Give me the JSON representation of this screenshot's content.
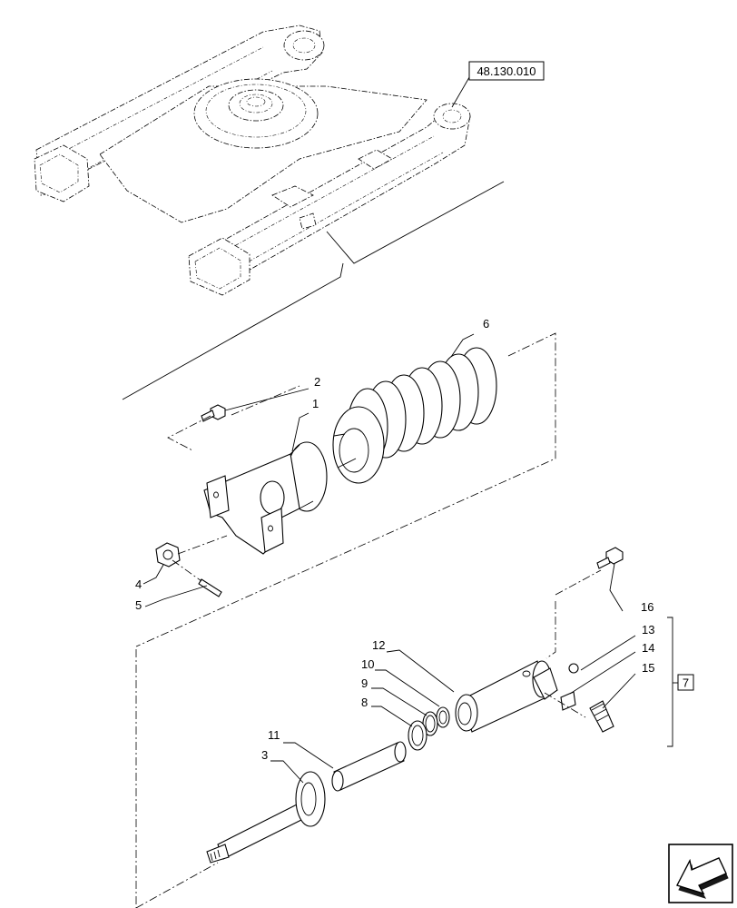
{
  "reference_label": "48.130.010",
  "group_label": "7",
  "callouts": {
    "c1": "1",
    "c2": "2",
    "c3": "3",
    "c4": "4",
    "c5": "5",
    "c6": "6",
    "c8": "8",
    "c9": "9",
    "c10": "10",
    "c11": "11",
    "c12": "12",
    "c13": "13",
    "c14": "14",
    "c15": "15",
    "c16": "16"
  },
  "nav_icon": "next-page-arrow-icon"
}
